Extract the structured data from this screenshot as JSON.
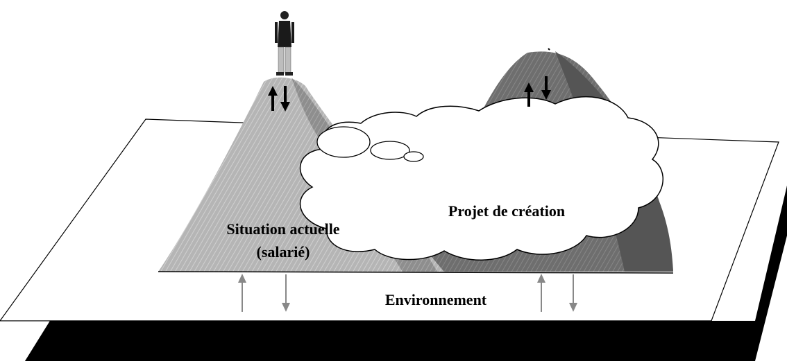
{
  "labels": {
    "current_situation_line1": "Situation actuelle",
    "current_situation_line2": "(salarié)",
    "project": "Projet de création",
    "environment": "Environnement"
  },
  "colors": {
    "platform_shadow": "#000000",
    "mountain_left_light": "#b8b8b8",
    "mountain_left_dark": "#8e8e8e",
    "mountain_right_dark": "#555555",
    "mountain_right_mid": "#777777",
    "cloud_fill": "#ffffff",
    "up_down_arrow_gray": "#888888"
  }
}
